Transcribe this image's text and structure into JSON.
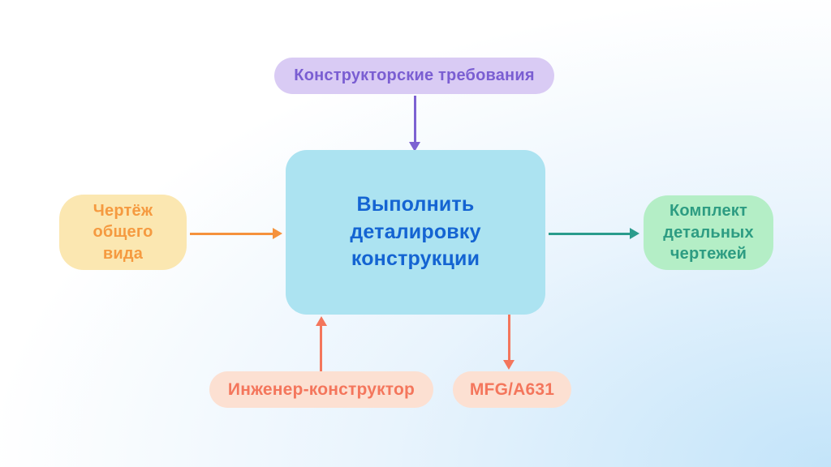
{
  "background": {
    "corner_color": "#c3e4f9",
    "base_color": "#ffffff"
  },
  "diagram": {
    "activity": {
      "label": "Выполнить деталировку конструкции",
      "bg": "#ace3f1",
      "text_color": "#1464d2"
    },
    "control": {
      "label": "Конструкторские требования",
      "bg": "#d9cbf4",
      "text_color": "#7a5ed2",
      "arrow_color": "#7d62d2"
    },
    "input": {
      "label": "Чертёж общего вида",
      "bg": "#fbe7b1",
      "text_color": "#f59a40",
      "arrow_color": "#f5923c"
    },
    "output": {
      "label": "Комплект детальных чертежей",
      "bg": "#b4eec6",
      "text_color": "#2d9c82",
      "arrow_color": "#2a9c8c"
    },
    "mechanism": {
      "label": "Инженер-конструктор",
      "bg": "#fce0d2",
      "text_color": "#f4765c",
      "arrow_color": "#f4765c"
    },
    "call": {
      "label": "MFG/A631",
      "bg": "#fce0d2",
      "text_color": "#f4765c",
      "arrow_color": "#f4765c"
    }
  }
}
